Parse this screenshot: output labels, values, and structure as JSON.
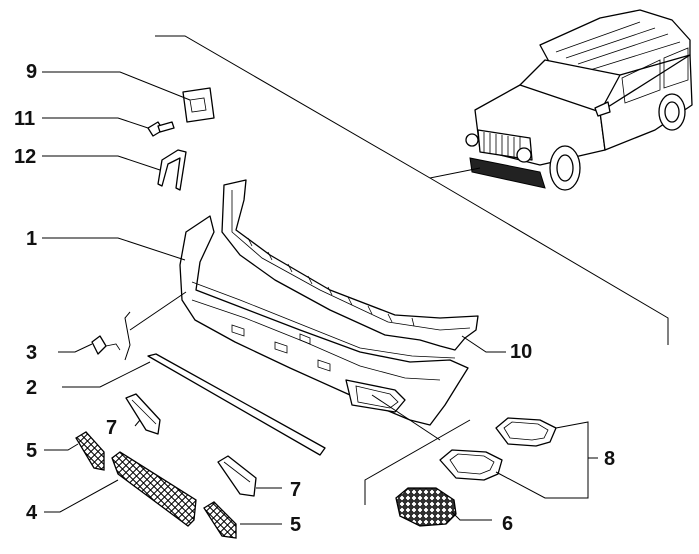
{
  "diagram": {
    "callouts": [
      {
        "id": "c1",
        "label": "1"
      },
      {
        "id": "c2",
        "label": "2"
      },
      {
        "id": "c3",
        "label": "3"
      },
      {
        "id": "c4",
        "label": "4"
      },
      {
        "id": "c5a",
        "label": "5"
      },
      {
        "id": "c5b",
        "label": "5"
      },
      {
        "id": "c6",
        "label": "6"
      },
      {
        "id": "c7a",
        "label": "7"
      },
      {
        "id": "c7b",
        "label": "7"
      },
      {
        "id": "c8",
        "label": "8"
      },
      {
        "id": "c9",
        "label": "9"
      },
      {
        "id": "c10",
        "label": "10"
      },
      {
        "id": "c11",
        "label": "11"
      },
      {
        "id": "c12",
        "label": "12"
      }
    ]
  }
}
